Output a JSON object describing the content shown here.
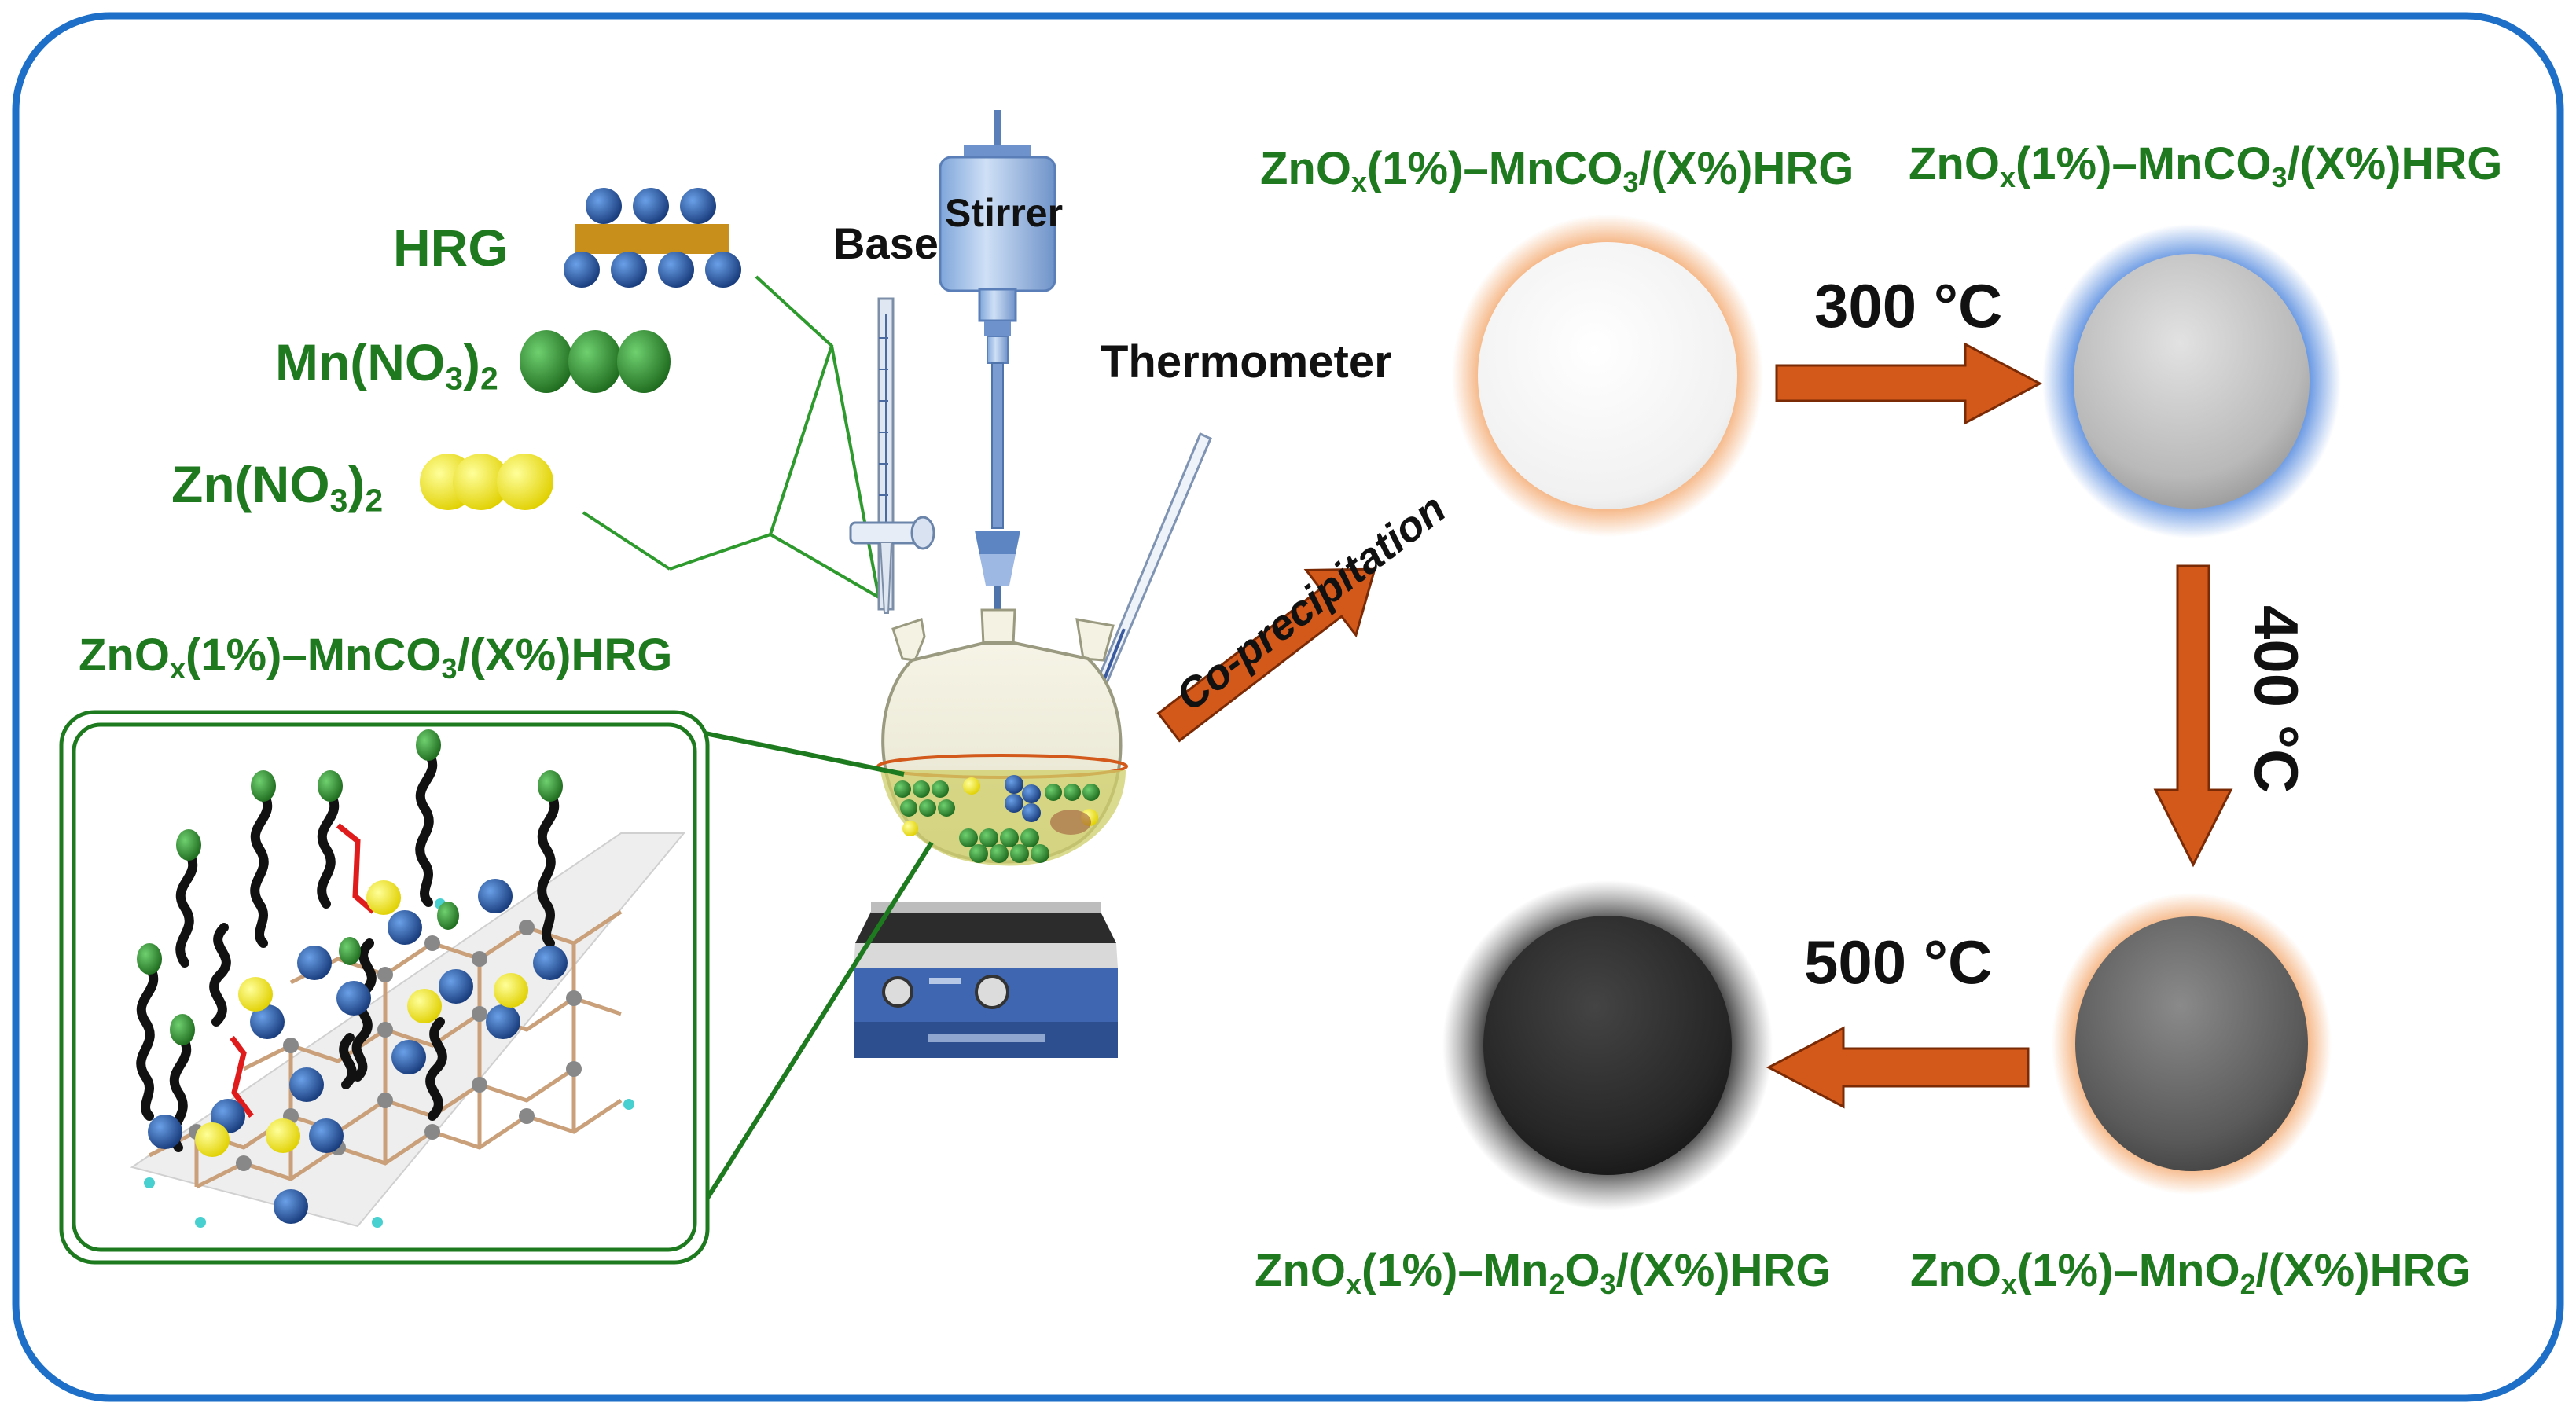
{
  "colors": {
    "frame": "#1e6fc7",
    "label_green": "#1f7a1f",
    "arrow": "#d2591a",
    "arrow_edge": "#7a2a05",
    "line_green": "#2e9a2e",
    "hrg_dot": "#173a7a",
    "hrg_bar": "#c8901a",
    "mn_dot": "#2f8a2f",
    "zn_dot": "#f2e600"
  },
  "reagents": {
    "hrg": "HRG",
    "mn": {
      "main": "Mn(NO",
      "sub1": "3",
      "close": ")",
      "sub2": "2"
    },
    "zn": {
      "main": "Zn(NO",
      "sub1": "3",
      "close": ")",
      "sub2": "2"
    }
  },
  "apparatus": {
    "base": "Base",
    "stirrer": "Stirrer",
    "thermometer": "Thermometer"
  },
  "process": {
    "coprecipitation": "Co-precipitation",
    "t300": "300 °C",
    "t400": "400 °C",
    "t500": "500 °C"
  },
  "products": {
    "inset": {
      "a": "ZnO",
      "x": "x",
      "b": "(1%)–MnCO",
      "n": "3",
      "c": "/(X%)HRG"
    },
    "white": {
      "a": "ZnO",
      "x": "x",
      "b": "(1%)–MnCO",
      "n": "3",
      "c": "/(X%)HRG"
    },
    "grey": {
      "a": "ZnO",
      "x": "x",
      "b": "(1%)–MnCO",
      "n": "3",
      "c": "/(X%)HRG"
    },
    "dark": {
      "a": "ZnO",
      "x": "x",
      "b": "(1%)–MnO",
      "n": "2",
      "c": "/(X%)HRG"
    },
    "black": {
      "a": "ZnO",
      "x": "x",
      "b": "(1%)–Mn",
      "n": "2",
      "m": "O",
      "n2": "3",
      "c": "/(X%)HRG"
    }
  },
  "stages": [
    {
      "name": "white",
      "fill": "#f6f6f6",
      "glow": "#f2a060"
    },
    {
      "name": "grey",
      "fill": "#bdbdbd",
      "glow": "#5b8fe0"
    },
    {
      "name": "dark",
      "fill": "#5e5e5e",
      "glow": "#f2a060"
    },
    {
      "name": "black",
      "fill": "#262626",
      "glow": "#2a2a2a"
    }
  ]
}
